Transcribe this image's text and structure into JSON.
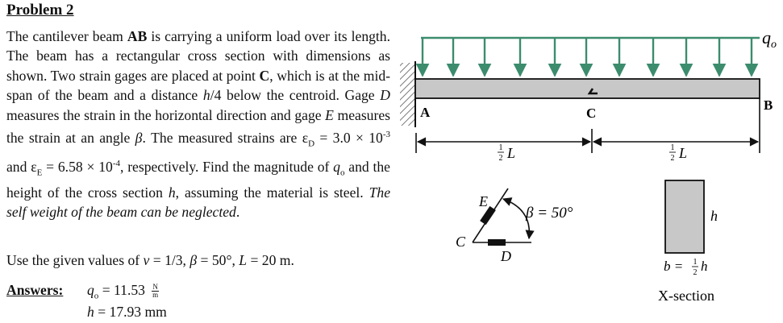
{
  "problem": {
    "title": "Problem 2",
    "paragraph": {
      "t1": "The cantilever beam ",
      "beam_name": "AB",
      "t2": " is carrying a uniform load over its length. The beam has a rectangular cross section with dimensions as shown. Two strain gages are placed at point ",
      "point": "C",
      "t3": ", which is at the mid-span of the beam and a distance ",
      "h_over_4": "h",
      "t4": "/4 below the centroid. Gage ",
      "gage_d": "D",
      "t5": " measures the strain in the horizontal direction and gage ",
      "gage_e": "E",
      "t6": " measures the strain at an angle ",
      "beta": "β",
      "t7": ". The measured strains are ε",
      "sub_d": "D",
      "t8": " = 3.0 × 10",
      "exp1": "-3",
      "t9": " and ε",
      "sub_e": "E",
      "t10": " = 6.58 × 10",
      "exp2": "-4",
      "t11": ", respectively. Find the magnitude of ",
      "q": "q",
      "sub_o": "o",
      "t12": " and the height of the cross section ",
      "h": "h",
      "t13": ", assuming the material is steel. ",
      "italic_note": "The self weight of the beam can be neglected",
      "t14": "."
    },
    "givens": {
      "prefix": "Use the given values of ",
      "nu_sym": "ν",
      "nu_val": " = 1/3, ",
      "beta_sym": "β",
      "beta_val": "  = 50°, ",
      "L_sym": "L",
      "L_val": " = 20 m."
    },
    "answers": {
      "label": "Answers:",
      "q_sym": "q",
      "q_sub": "o",
      "q_val": " = 11.53 ",
      "q_unit_num": "N",
      "q_unit_den": "m",
      "h_sym": "h",
      "h_val": " = 17.93 mm"
    }
  },
  "figure": {
    "load_label": "q",
    "load_sub": "o",
    "point_a": "A",
    "point_b": "B",
    "point_c": "C",
    "half_num": "1",
    "half_den": "2",
    "span_var": "L",
    "gage": {
      "e_label": "E",
      "c_label": "C",
      "d_label": "D",
      "beta_text": "β = 50°"
    },
    "section": {
      "h_label": "h",
      "b_label": "b =",
      "b_h": "h",
      "caption": "X-section"
    },
    "colors": {
      "load": "#3c8c6e",
      "beam_fill": "#c8c8c8",
      "ink": "#111111"
    }
  }
}
